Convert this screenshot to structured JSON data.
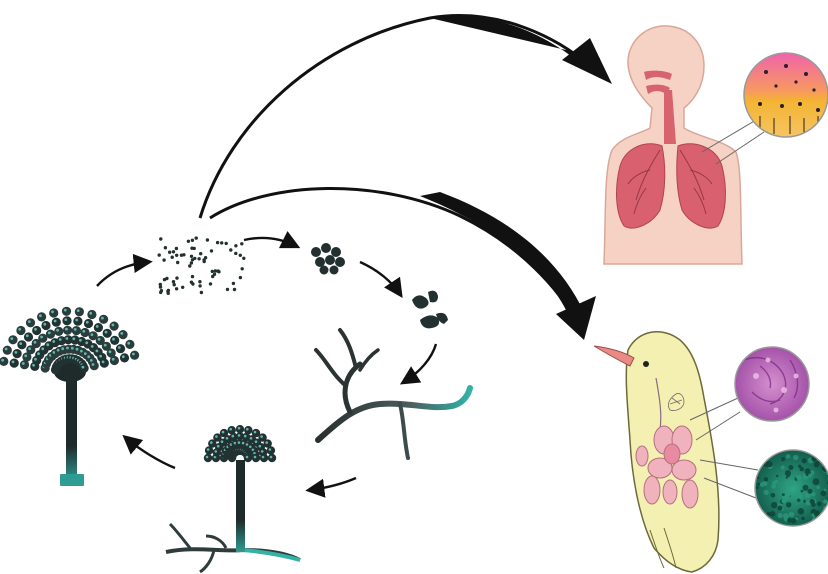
{
  "colors": {
    "background": "#ffffff",
    "fungus_dark": "#1f2b2b",
    "fungus_teal": "#2f9c94",
    "arrow": "#111111",
    "skin": "#f6d2c4",
    "lung": "#d8606f",
    "airway": "#d7636e",
    "bird_body": "#f3f0b2",
    "bird_beak": "#e98a85",
    "organs": "#f0b2bd",
    "micro_pink": "#ba62b9",
    "micro_green": "#1c7e67",
    "tissue_pink": "#ef5fb0",
    "tissue_yellow": "#f4b334"
  },
  "diagram": {
    "life_cycle_stages": [
      {
        "name": "conidiophore",
        "icon": "mature-conidiophore-icon"
      },
      {
        "name": "conidia",
        "icon": "conidia-icon"
      },
      {
        "name": "spore-cluster",
        "icon": "spore-cluster-icon"
      },
      {
        "name": "germinating-spores",
        "icon": "germinating-spores-icon"
      },
      {
        "name": "hyphae",
        "icon": "hyphae-icon"
      },
      {
        "name": "young-conidiophore",
        "icon": "young-conidiophore-icon"
      }
    ],
    "hosts": [
      {
        "name": "human",
        "icon": "human-respiratory-icon"
      },
      {
        "name": "bird",
        "icon": "bird-anatomy-icon"
      }
    ],
    "insets": [
      {
        "name": "airway-epithelium",
        "icon": "tissue-magnifier-icon"
      },
      {
        "name": "lung-histology",
        "icon": "histology-magnifier-icon"
      },
      {
        "name": "fungal-colony",
        "icon": "colony-magnifier-icon"
      }
    ]
  }
}
